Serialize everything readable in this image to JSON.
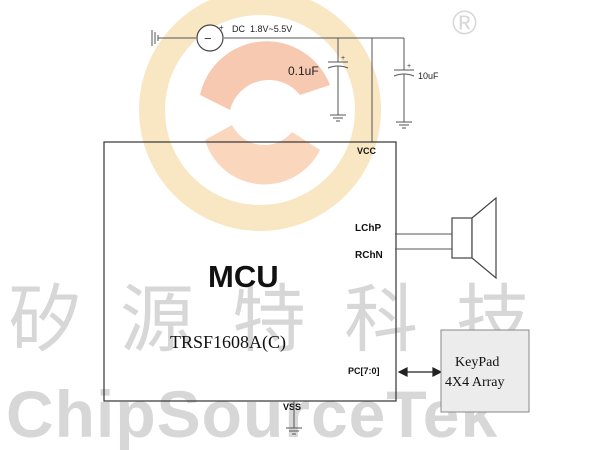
{
  "watermark": {
    "chinese": "矽源特科技",
    "english": "ChipSourceTek",
    "registered_mark": "®",
    "logo_colors": {
      "outer": "#f5d9a0",
      "inner": "#f4b08a"
    },
    "text_color": "#d8d8d8"
  },
  "power": {
    "source_label": "DC  1.8V~5.5V",
    "cap1_label": "0.1uF",
    "cap2_label": "10uF"
  },
  "mcu": {
    "title": "MCU",
    "part_number": "TRSF1608A(C)",
    "pins": {
      "vcc": "VCC",
      "lchp": "LChP",
      "rchn": "RChN",
      "pc": "PC[7:0]",
      "vss": "VSS"
    }
  },
  "keypad": {
    "line1": "KeyPad",
    "line2": "4X4 Array",
    "fill": "#ececec"
  },
  "icons": [
    "dc-source-icon",
    "capacitor-icon",
    "ground-icon",
    "speaker-icon",
    "double-arrow-icon"
  ]
}
